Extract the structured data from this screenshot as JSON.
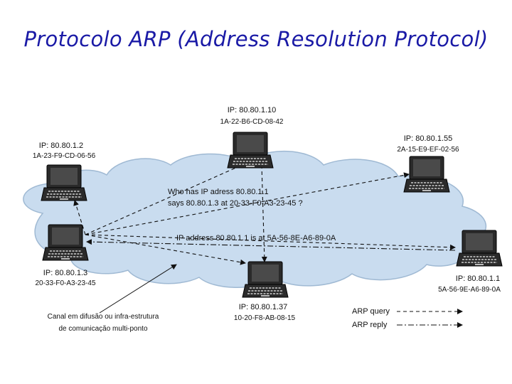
{
  "title": "Protocolo ARP (Address Resolution Protocol)",
  "hosts": {
    "top": {
      "ip": "IP: 80.80.1.10",
      "mac": "1A-22-B6-CD-08-42"
    },
    "upper_left": {
      "ip": "IP: 80.80.1.2",
      "mac": "1A-23-F9-CD-06-56"
    },
    "upper_right": {
      "ip": "IP: 80.80.1.55",
      "mac": "2A-15-E9-EF-02-56"
    },
    "left": {
      "ip": "IP: 80.80.1.3",
      "mac": "20-33-F0-A3-23-45"
    },
    "bottom": {
      "ip": "IP: 80.80.1.37",
      "mac": "10-20-F8-AB-08-15"
    },
    "right": {
      "ip": "IP: 80.80.1.1",
      "mac": "5A-56-9E-A6-89-0A"
    }
  },
  "query_line1": "Who has IP adress 80.80.1.1",
  "query_line2": "says 80.80.1.3 at  20-33-F0-A3-23-45 ?",
  "reply_text": "IP address 80.80.1.1 is at  5A-56-8E-A6-89-0A",
  "channel_line1": "Canal em difusão ou infra-estrutura",
  "channel_line2": "de comunicação multi-ponto",
  "legend": {
    "query": "ARP query",
    "reply": "ARP reply"
  },
  "colors": {
    "title": "#1a1aa6",
    "cloud": "#c9dcef",
    "cloud_edge": "#9fb9d3"
  }
}
